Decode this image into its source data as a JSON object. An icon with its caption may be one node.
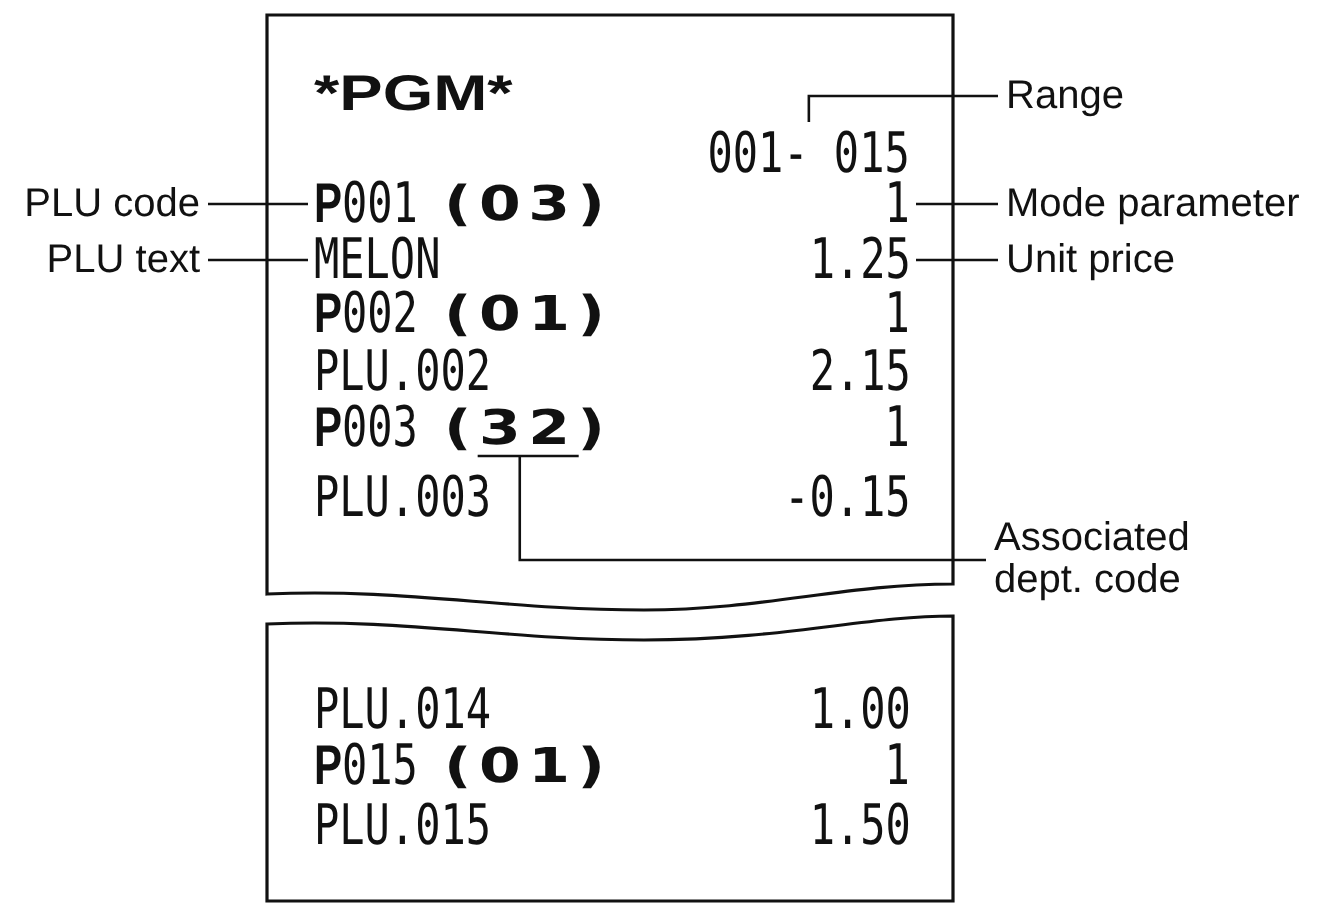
{
  "diagram": {
    "nodes": [
      {
        "text": [
          "*PGM*",
          "(03)",
          "**P**002",
          "(01)",
          "1",
          "PLU.002",
          "2.15",
          "**P**003",
          "1",
          "PLU.003",
          "-0.15"
        ]
      },
      {
        "text": [
          "001- 015"
        ],
        "in": 0
      },
      {
        "text": [
          "**P**001"
        ],
        "in": 0
      },
      {
        "text": [
          "1"
        ],
        "in": 0
      },
      {
        "text": [
          "MELON"
        ],
        "in": 0
      },
      {
        "text": [
          "1.25"
        ],
        "in": 0
      },
      {
        "text": [
          "(32)"
        ],
        "in": 0
      },
      {
        "text": [
          "PLU.014",
          "1.00",
          "**P**015",
          "(01)",
          "1",
          "PLU.015",
          "1.50"
        ]
      },
      {
        "text": [
          "PLU code"
        ]
      },
      {
        "text": [
          "PLU text"
        ]
      },
      {
        "text": [
          "Range"
        ]
      },
      {
        "text": [
          "Mode parameter"
        ]
      },
      {
        "text": [
          "Unit price"
        ]
      },
      {
        "text": [
          "Associated dept. code"
        ]
      }
    ],
    "edges": [
      {
        "from": 8,
        "to": 2,
        "arrow": "none"
      },
      {
        "from": 9,
        "to": 4,
        "arrow": "none"
      },
      {
        "from": 10,
        "to": 1,
        "arrow": "none"
      },
      {
        "from": 11,
        "to": 3,
        "arrow": "none"
      },
      {
        "from": 12,
        "to": 5,
        "arrow": "none"
      },
      {
        "from": 13,
        "to": 6,
        "arrow": "none"
      }
    ]
  }
}
